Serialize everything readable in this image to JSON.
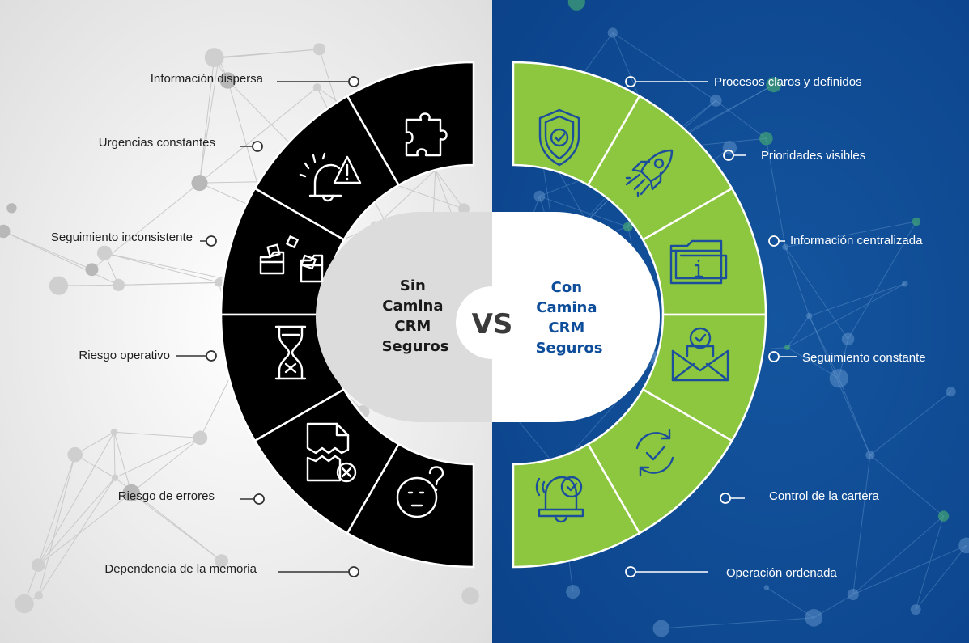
{
  "left": {
    "title_lines": [
      "Sin",
      "Camina",
      "CRM",
      "Seguros"
    ],
    "items": [
      {
        "label": "Información dispersa",
        "icon": "puzzle-piece-icon"
      },
      {
        "label": "Urgencias constantes",
        "icon": "alarm-bell-warning-icon"
      },
      {
        "label": "Seguimiento inconsistente",
        "icon": "scattered-folders-icon"
      },
      {
        "label": "Riesgo operativo",
        "icon": "hourglass-x-icon"
      },
      {
        "label": "Riesgo de errores",
        "icon": "torn-document-x-icon"
      },
      {
        "label": "Dependencia de la memoria",
        "icon": "confused-face-icon"
      }
    ]
  },
  "right": {
    "title_lines": [
      "Con",
      "Camina",
      "CRM",
      "Seguros"
    ],
    "items": [
      {
        "label": "Procesos claros y definidos",
        "icon": "shield-check-icon"
      },
      {
        "label": "Prioridades visibles",
        "icon": "rocket-icon"
      },
      {
        "label": "Información centralizada",
        "icon": "folder-info-icon"
      },
      {
        "label": "Seguimiento constante",
        "icon": "envelope-check-icon"
      },
      {
        "label": "Control de la cartera",
        "icon": "refresh-check-icon"
      },
      {
        "label": "Operación ordenada",
        "icon": "bell-check-icon"
      }
    ]
  },
  "vs_label": "VS",
  "colors": {
    "left_bg": "#f0f0f0",
    "left_segment": "#000000",
    "right_bg": "#0e4d9a",
    "right_segment": "#8dc63f",
    "right_title": "#0e4d9a",
    "left_title": "#1a1a1a",
    "vs_text": "#3a3a3a"
  }
}
